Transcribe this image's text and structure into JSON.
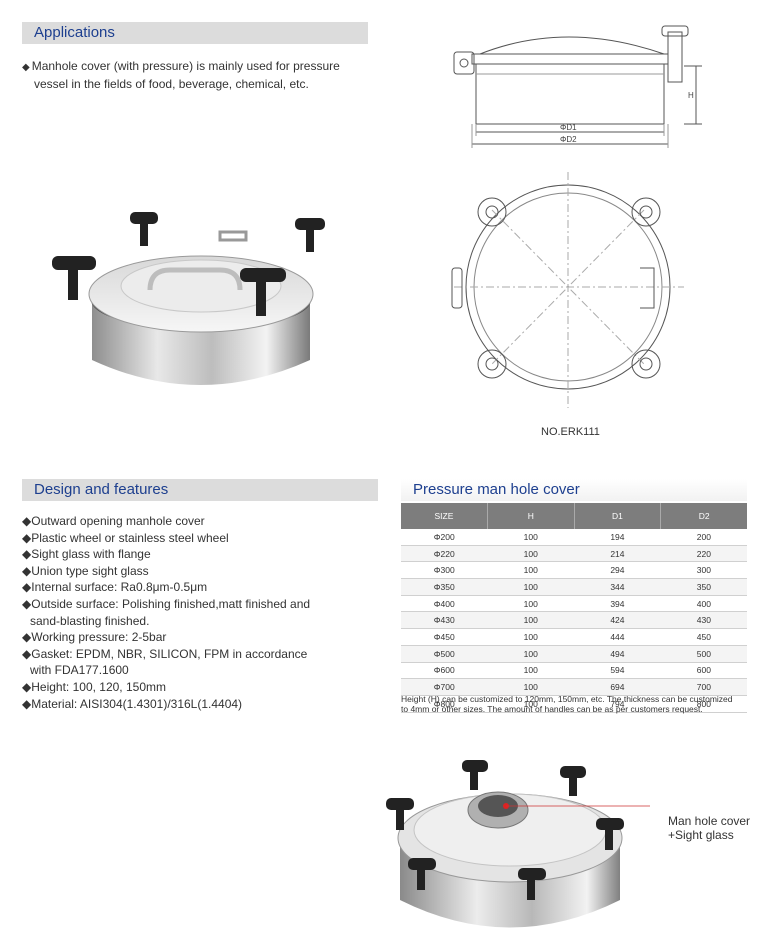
{
  "applications": {
    "header": "Applications",
    "bullet": "◆",
    "text_line1": "Manhole cover (with pressure) is mainly used for pressure",
    "text_line2": "vessel in the fields of food, beverage, chemical, etc."
  },
  "drawing": {
    "label_h": "H",
    "label_d1": "ΦD1",
    "label_d2": "ΦD2",
    "model_no": "NO.ERK111"
  },
  "design": {
    "header": "Design and features",
    "bullet": "◆",
    "items": [
      "Outward opening manhole cover",
      "Plastic wheel or stainless steel wheel",
      "Sight glass with flange",
      "Union type sight glass",
      "Internal surface: Ra0.8μm-0.5μm",
      "Outside surface: Polishing finished,matt finished and",
      "Working pressure: 2-5bar",
      "Gasket: EPDM, NBR, SILICON, FPM in accordance",
      "Height: 100, 120, 150mm",
      "Material: AISI304(1.4301)/316L(1.4404)"
    ],
    "wrap_outside": "sand-blasting finished.",
    "wrap_gasket": "with FDA177.1600"
  },
  "spec": {
    "header": "Pressure man hole cover",
    "columns": [
      "SIZE",
      "H",
      "D1",
      "D2"
    ],
    "rows": [
      [
        "Φ200",
        "100",
        "194",
        "200"
      ],
      [
        "Φ220",
        "100",
        "214",
        "220"
      ],
      [
        "Φ300",
        "100",
        "294",
        "300"
      ],
      [
        "Φ350",
        "100",
        "344",
        "350"
      ],
      [
        "Φ400",
        "100",
        "394",
        "400"
      ],
      [
        "Φ430",
        "100",
        "424",
        "430"
      ],
      [
        "Φ450",
        "100",
        "444",
        "450"
      ],
      [
        "Φ500",
        "100",
        "494",
        "500"
      ],
      [
        "Φ600",
        "100",
        "594",
        "600"
      ],
      [
        "Φ700",
        "100",
        "694",
        "700"
      ],
      [
        "Φ800",
        "100",
        "794",
        "800"
      ]
    ],
    "note_line1": "Height (H) can be customized to 120mm, 150mm, etc. The thickness can be customized",
    "note_line2": "to 4mm or other sizes. The amount of handles can be as per customers request."
  },
  "callout": {
    "line1": "Man hole cover",
    "line2": "+Sight glass"
  }
}
